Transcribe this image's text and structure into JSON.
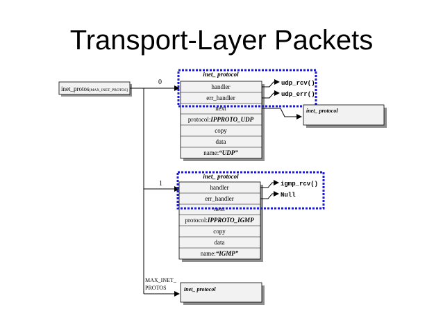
{
  "slide": {
    "title": "Transport-Layer Packets"
  },
  "array": {
    "label_main": "inet_protos",
    "label_sub": "[MAX_INET_PROTOS]",
    "index_0": "0",
    "index_1": "1",
    "index_max_line1": "MAX_INET_",
    "index_max_line2": "PROTOS"
  },
  "udp_struct": {
    "header": "inet_ protocol",
    "rows": [
      "handler",
      "err_handler",
      "next"
    ],
    "protocol_prefix": "protocol:",
    "protocol_value": "IPPROTO_UDP",
    "copy": "copy",
    "data": "data",
    "name_prefix": "name:",
    "name_value": "“UDP”",
    "handler_fn": "udp_rcv()",
    "err_fn": "udp_err()",
    "next_target": "inet_ protocol"
  },
  "igmp_struct": {
    "header": "inet_ protocol",
    "rows": [
      "handler",
      "err_handler",
      "next"
    ],
    "protocol_prefix": "protocol:",
    "protocol_value": "IPPROTO_IGMP",
    "copy": "copy",
    "data": "data",
    "name_prefix": "name:",
    "name_value": "“IGMP”",
    "handler_fn": "igmp_rcv()",
    "err_fn": "Null"
  },
  "last_struct": {
    "label": "inet_ protocol"
  },
  "colors": {
    "highlight": "#1a1ad6",
    "box_fill": "#f2f2f2",
    "shadow": "#9a9a9a"
  }
}
